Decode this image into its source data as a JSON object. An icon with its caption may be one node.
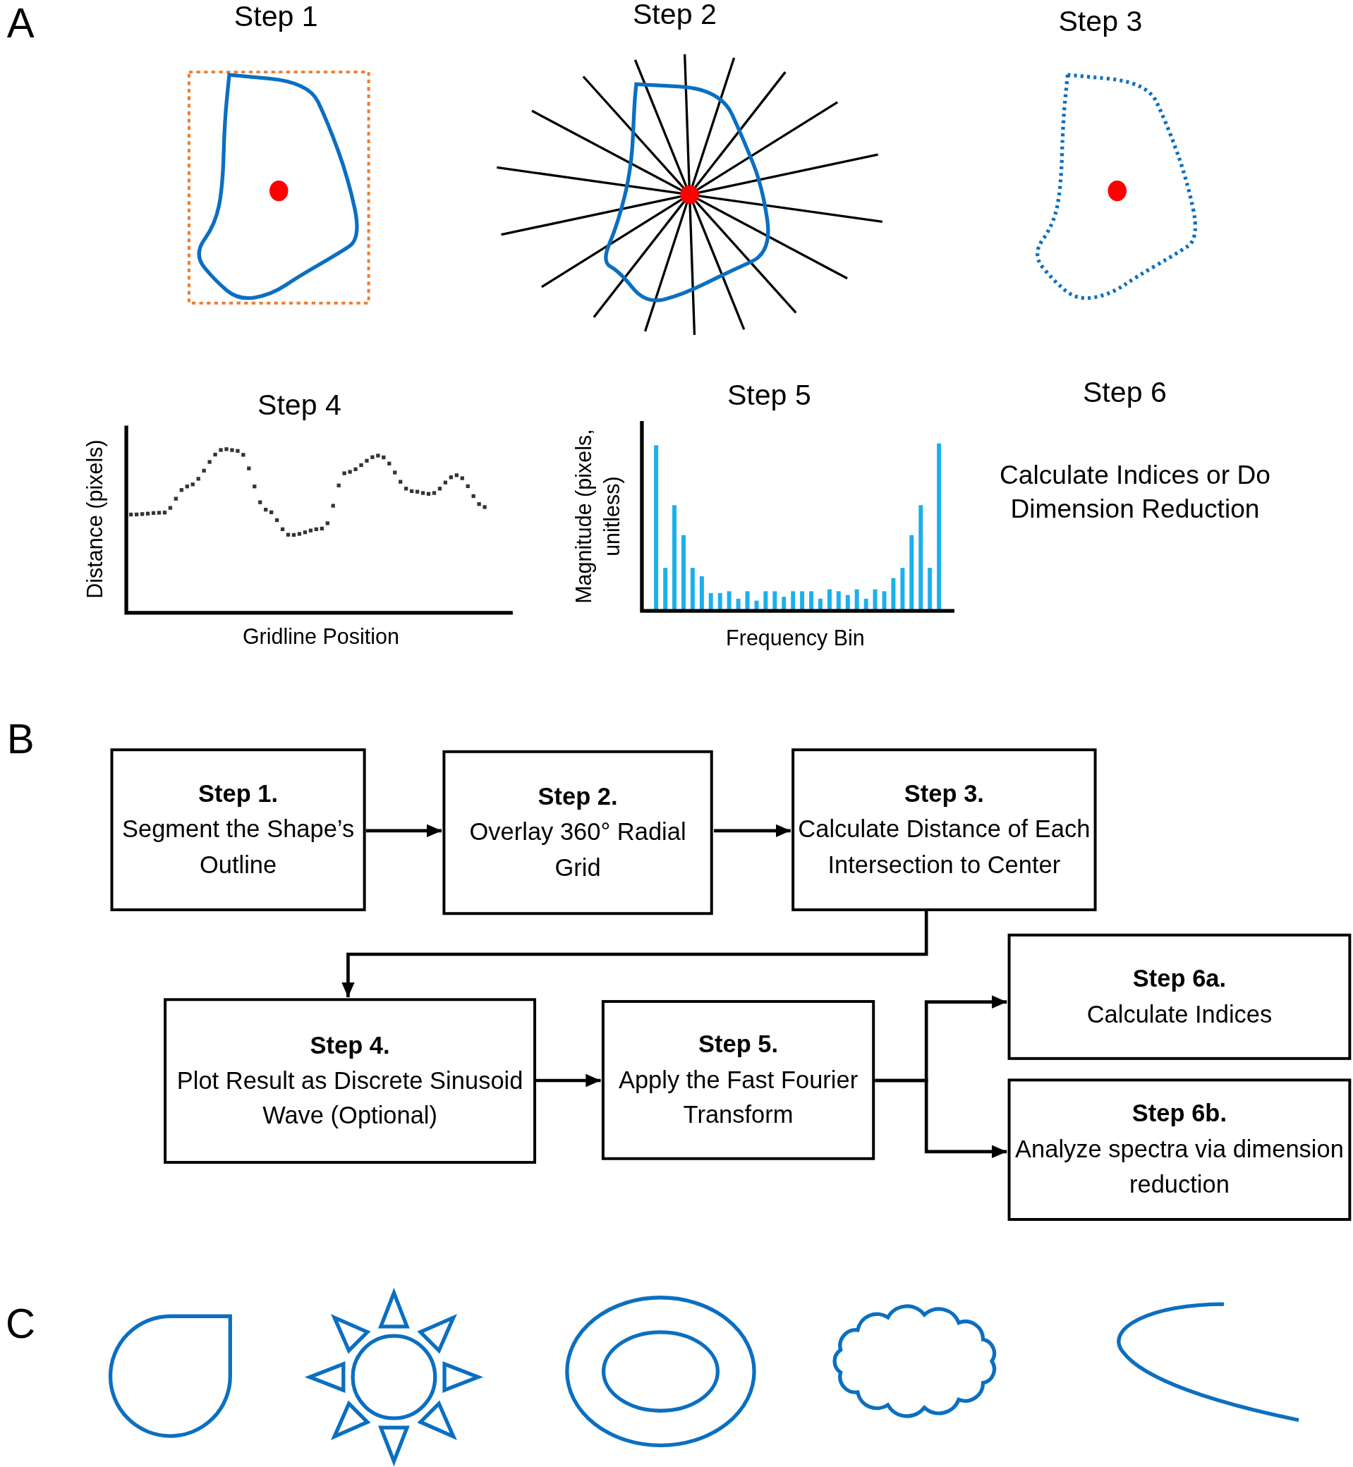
{
  "diagram": {
    "nodes": [
      {
        "text": [
          "Step 1.",
          "Segment the Shape’s Outline"
        ]
      },
      {
        "text": [
          "Step 2.",
          "Overlay 360° Radial Grid"
        ]
      },
      {
        "text": [
          "Step 3.",
          "Calculate Distance of Each Intersection to Center"
        ]
      },
      {
        "text": [
          "Step 4.",
          "Plot Result as Discrete Sinusoid Wave (Optional)"
        ]
      },
      {
        "text": [
          "Step 5.",
          "Apply the Fast Fourier Transform"
        ]
      },
      {
        "text": [
          "Step 6a.",
          "Calculate Indices"
        ]
      },
      {
        "text": [
          "Step 6b.",
          "Analyze spectra via dimension reduction"
        ]
      }
    ],
    "edges": [
      {
        "from": 0,
        "to": 1,
        "arrow": "to"
      },
      {
        "from": 1,
        "to": 2,
        "arrow": "to"
      },
      {
        "from": 2,
        "to": 3,
        "arrow": "to"
      },
      {
        "from": 3,
        "to": 4,
        "arrow": "to"
      },
      {
        "from": 4,
        "to": 5,
        "arrow": "to"
      },
      {
        "from": 4,
        "to": 6,
        "arrow": "to"
      }
    ],
    "labels": [
      "A",
      "Step 1",
      "Step 2",
      "Step 3",
      "Step 4",
      "Step 5",
      "Step 6",
      "Distance (pixels)",
      "Magnitude (pixels, unitless)",
      "Calculate Indices or Do Dimension Reduction",
      "Gridline Position",
      "Frequency Bin",
      "B",
      "C"
    ]
  }
}
